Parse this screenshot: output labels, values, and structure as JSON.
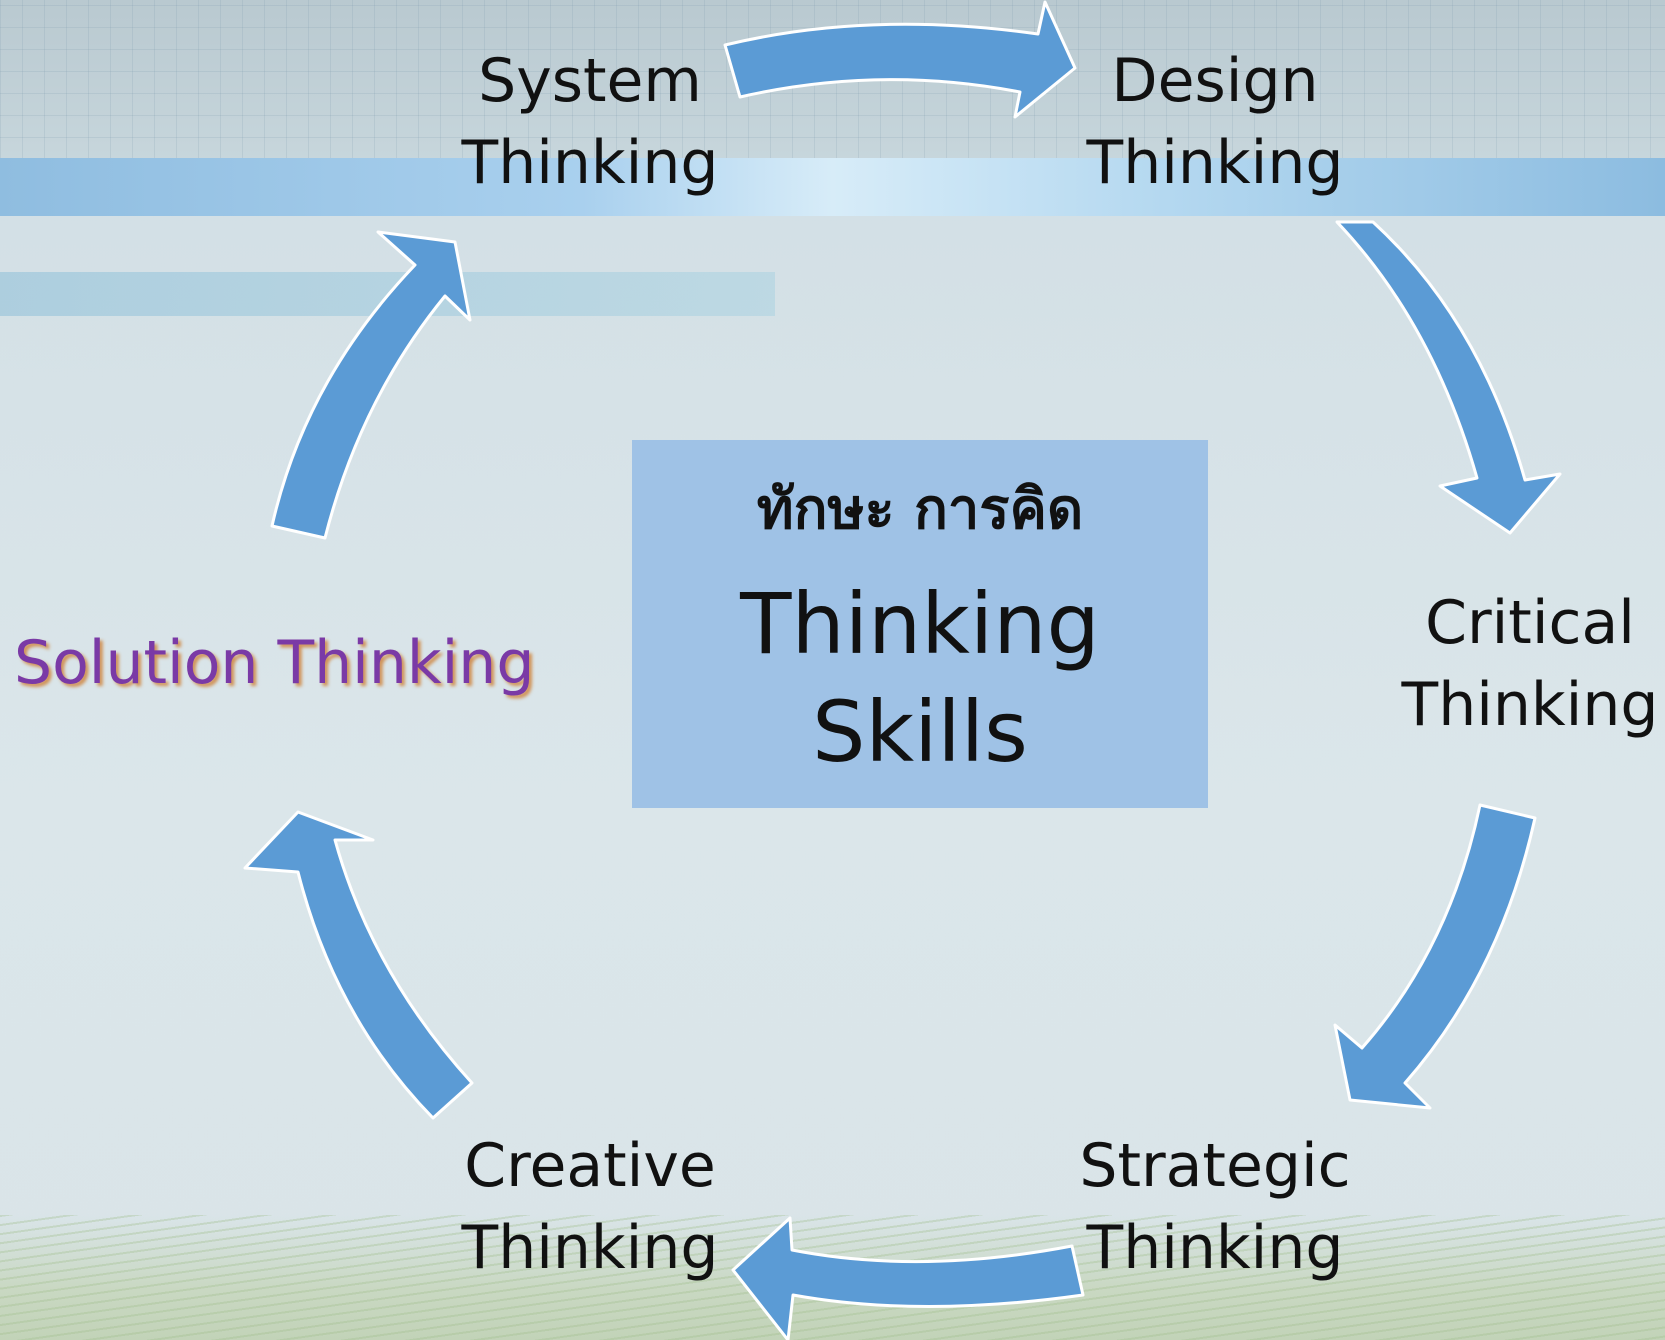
{
  "center": {
    "thai_label": "ทักษะ การคิด",
    "title": "Thinking\nSkills"
  },
  "nodes": {
    "system": "System\nThinking",
    "design": "Design\nThinking",
    "critical": "Critical\nThinking",
    "strategic": "Strategic\nThinking",
    "creative": "Creative\nThinking",
    "solution": "Solution Thinking"
  },
  "colors": {
    "arrow_fill": "#5b9bd5",
    "arrow_stroke": "#ffffff",
    "center_box": "#9fc2e6",
    "solution_text": "#7a3aa6",
    "solution_shadow": "#cd7828"
  }
}
